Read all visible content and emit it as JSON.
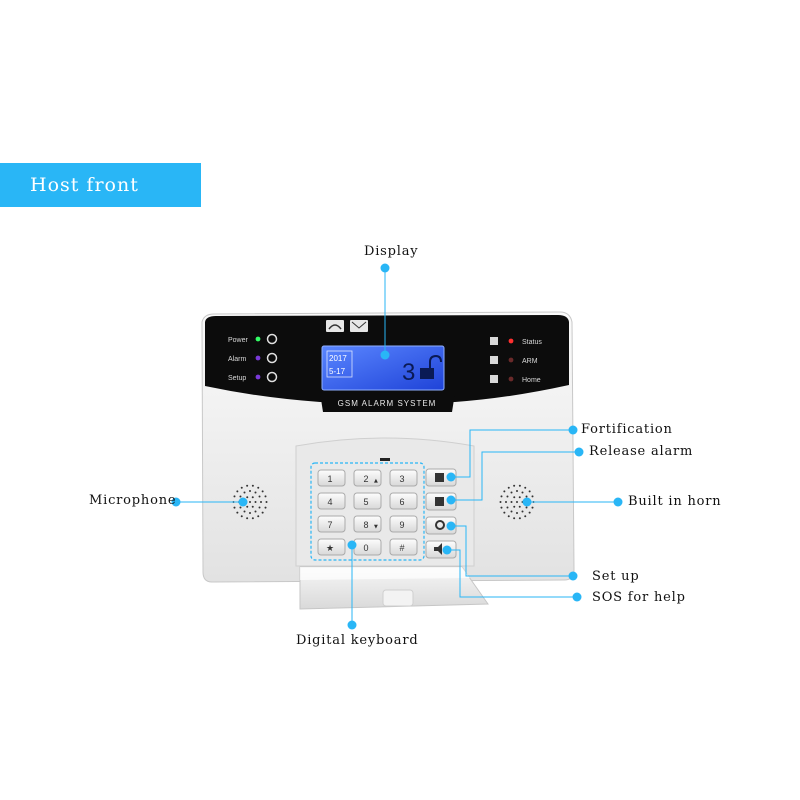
{
  "banner": {
    "title": "Host front"
  },
  "device": {
    "panel_label": "GSM ALARM SYSTEM",
    "indicators_left": [
      "Power",
      "Alarm",
      "Setup"
    ],
    "indicators_right": [
      "Status",
      "ARM",
      "Home"
    ],
    "lcd": {
      "line1": "2017",
      "line2": "5-17",
      "digit": "3"
    },
    "keys": [
      "1",
      "2",
      "3",
      "4",
      "5",
      "6",
      "7",
      "8",
      "9",
      "★",
      "0",
      "#"
    ],
    "key_sublabels": {
      "2": "▲",
      "8": "▼"
    }
  },
  "callouts": {
    "display": "Display",
    "fortification": "Fortification",
    "release_alarm": "Release alarm",
    "microphone": "Microphone",
    "built_in_horn": "Built in horn",
    "set_up": "Set up",
    "sos": "SOS for help",
    "digital_keyboard": "Digital keyboard"
  },
  "colors": {
    "accent": "#29b6f6",
    "callout_dot": "#29b6f6",
    "lcd": "#2f5cf0",
    "panel": "#0c0c0c",
    "body": "#f1f1f1"
  }
}
